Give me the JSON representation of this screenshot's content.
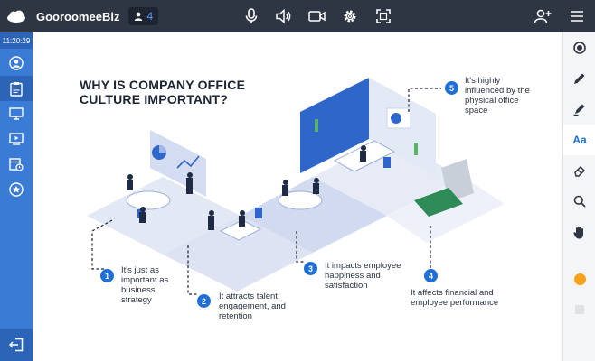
{
  "app": {
    "title": "GooroomeeBiz",
    "participant_count": "4"
  },
  "toolbar": {
    "icons": [
      "microphone-icon",
      "speaker-icon",
      "camera-icon",
      "gear-icon",
      "fullscreen-icon",
      "add-user-icon",
      "menu-icon"
    ]
  },
  "leftbar": {
    "clock": "11:20:29",
    "items": [
      "user-icon",
      "clipboard-icon",
      "screen-icon",
      "video-icon",
      "schedule-icon",
      "star-icon",
      "exit-icon"
    ],
    "active_item": "clipboard-icon"
  },
  "rightbar": {
    "text_tool_label": "Aa",
    "items": [
      "record-icon",
      "pen-icon",
      "highlighter-icon",
      "text-icon",
      "eraser-icon",
      "zoom-icon",
      "hand-icon",
      "color-swatch",
      "clear-icon"
    ],
    "active_item": "text-icon",
    "colors": {
      "swatch": "#f7a21b"
    }
  },
  "slide": {
    "title": "WHY IS COMPANY OFFICE CULTURE IMPORTANT?",
    "callouts": [
      {
        "number": "1",
        "text": "It's just as important as business strategy"
      },
      {
        "number": "2",
        "text": "It attracts talent, engagement, and retention"
      },
      {
        "number": "3",
        "text": "It impacts employee happiness and satisfaction"
      },
      {
        "number": "4",
        "text": "It affects financial and employee performance"
      },
      {
        "number": "5",
        "text": "It's highly influenced by the physical office space"
      }
    ]
  },
  "colors": {
    "topbar": "#2e3543",
    "sidebar": "#3a7bd5",
    "accent": "#1f6fd6"
  }
}
